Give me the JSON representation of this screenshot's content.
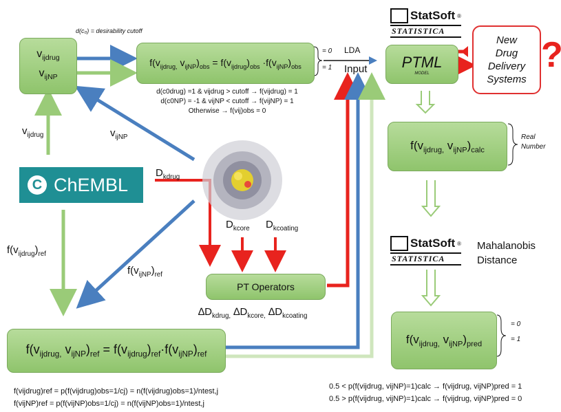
{
  "desirability_label": "d(c₀) = desirability cutoff",
  "top_box": {
    "vdrug": "v",
    "vdrug_sub": "ijdrug",
    "vnp": "v",
    "vnp_sub": "ijNP"
  },
  "obs_box": {
    "text_a": "f(v",
    "sub_a": "ijdrug,",
    "text_b": " v",
    "sub_b": "ijNP",
    "text_c": ")",
    "sub_c": "obs",
    "text_d": " = f(v",
    "sub_d": "ijdrug",
    "text_e": ")",
    "sub_e": "obs",
    "text_f": " ·f(v",
    "sub_f": "ijNP",
    "text_g": ")",
    "sub_g": "obs"
  },
  "eq_zero": "= 0",
  "eq_one": "= 1",
  "lda_label": "LDA",
  "input_label": "Input",
  "cond_lines": [
    "d(c0drug) =1 & vijdrug > cutoff → f(vijdrug) = 1",
    "d(c0NP) = -1 & vijNP < cutoff → f(vijNP) = 1",
    "Otherwise → f(vij)obs = 0"
  ],
  "statsoft": {
    "name": "StatSoft",
    "sub": "STATISTICA",
    "reg": "®"
  },
  "ptml_box": {
    "title": "PTML",
    "sub": "MODEL"
  },
  "new_box": {
    "line1": "New",
    "line2": "Drug",
    "line3": "Delivery",
    "line4": "Systems"
  },
  "question_mark": "?",
  "calc_box": {
    "text_a": "f(v",
    "sub_a": "ijdrug,",
    "text_b": " v",
    "sub_b": "ijNP",
    "text_c": ")",
    "sub_c": "calc"
  },
  "real_number": "Real Number",
  "left_labels": {
    "vijdrug": "v",
    "vijdrug_sub": "ijdrug",
    "vijnp": "v",
    "vijnp_sub": "ijNP"
  },
  "chembl": "ChEMBL",
  "dkdrug": {
    "t": "D",
    "s": "kdrug"
  },
  "dkcore": {
    "t": "D",
    "s": "kcore"
  },
  "dkcoating": {
    "t": "D",
    "s": "kcoating"
  },
  "mahalanobis": [
    "Mahalanobis",
    "Distance"
  ],
  "fref_drug": {
    "t": "f(v",
    "s": "ijdrug",
    "t2": ")",
    "s2": "ref"
  },
  "fref_np": {
    "t": "f(v",
    "s": "ijNP",
    "t2": ")",
    "s2": "ref"
  },
  "pt_operators": "PT Operators",
  "delta_line": {
    "d1": "∆D",
    "s1": "kdrug,",
    "d2": " ∆D",
    "s2": "kcore,",
    "d3": " ∆D",
    "s3": "kcoating"
  },
  "pred_box": {
    "text_a": "f(v",
    "sub_a": "ijdrug,",
    "text_b": " v",
    "sub_b": "ijNP",
    "text_c": ")",
    "sub_c": "pred"
  },
  "pred_eq_zero": "= 0",
  "pred_eq_one": "= 1",
  "ref_box": {
    "text_a": "f(v",
    "sub_a": "ijdrug,",
    "text_b": " v",
    "sub_b": "ijNP",
    "text_c": ")",
    "sub_c": "ref",
    "text_d": " = f(v",
    "sub_d": "ijdrug",
    "text_e": ")",
    "sub_e": "ref",
    "text_f": "·f(v",
    "sub_f": "ijNP",
    "text_g": ")",
    "sub_g": "ref"
  },
  "bottom_formulas": [
    "f(vijdrug)ref = p(f(vijdrug)obs=1/cj) = n(f(vijdrug)obs=1)/ntest,j",
    "f(vijNP)ref = p(f(vijNP)obs=1/cj) = n(f(vijNP)obs=1)/ntest,j"
  ],
  "pred_rules": [
    "0.5 < p(f(vijdrug, vijNP)=1)calc → f(vijdrug, vijNP)pred = 1",
    "0.5 > p(f(vijdrug, vijNP)=1)calc → f(vijdrug, vijNP)pred = 0"
  ],
  "colors": {
    "green": "#8fc46c",
    "blue": "#4a7fbf",
    "red": "#e8231e",
    "teal": "#1f8f94"
  }
}
